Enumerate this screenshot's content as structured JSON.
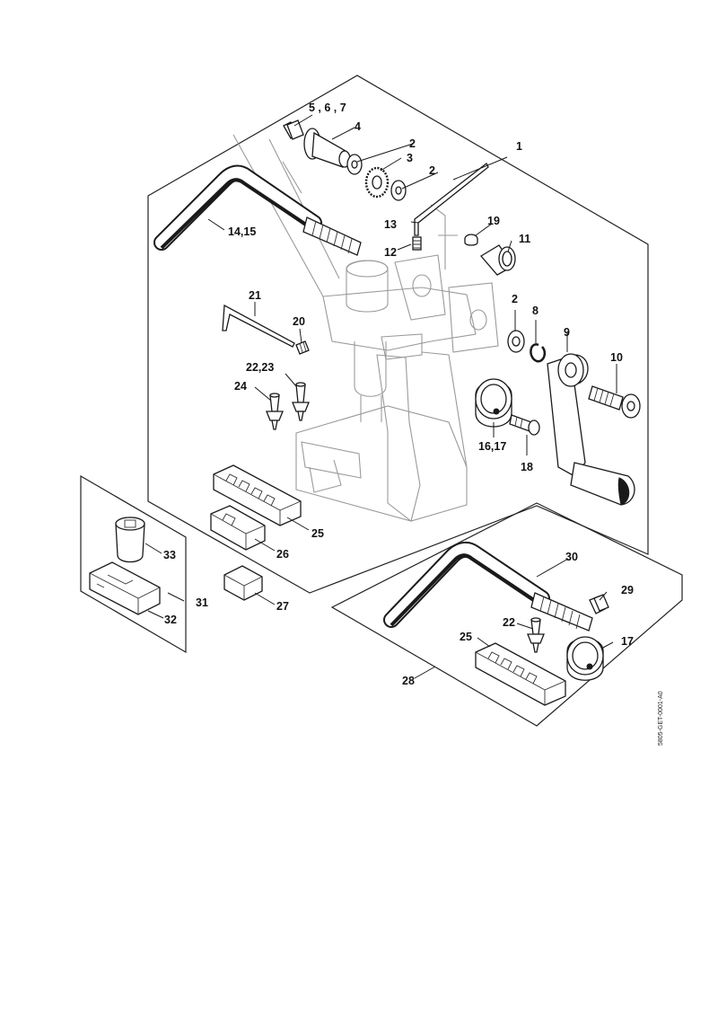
{
  "callouts": {
    "c1": "1",
    "c2a": "2",
    "c2b": "2",
    "c2c": "2",
    "c3": "3",
    "c4": "4",
    "c5_6_7": "5 , 6 , 7",
    "c8": "8",
    "c9": "9",
    "c10": "10",
    "c11": "11",
    "c12": "12",
    "c13": "13",
    "c14_15": "14,15",
    "c16_17": "16,17",
    "c17": "17",
    "c18": "18",
    "c19": "19",
    "c20": "20",
    "c21": "21",
    "c22_23": "22,23",
    "c22": "22",
    "c24": "24",
    "c25a": "25",
    "c25b": "25",
    "c26": "26",
    "c27": "27",
    "c28": "28",
    "c29": "29",
    "c30": "30",
    "c31": "31",
    "c32": "32",
    "c33": "33"
  },
  "document_id": "5805-GET-0001-A0"
}
